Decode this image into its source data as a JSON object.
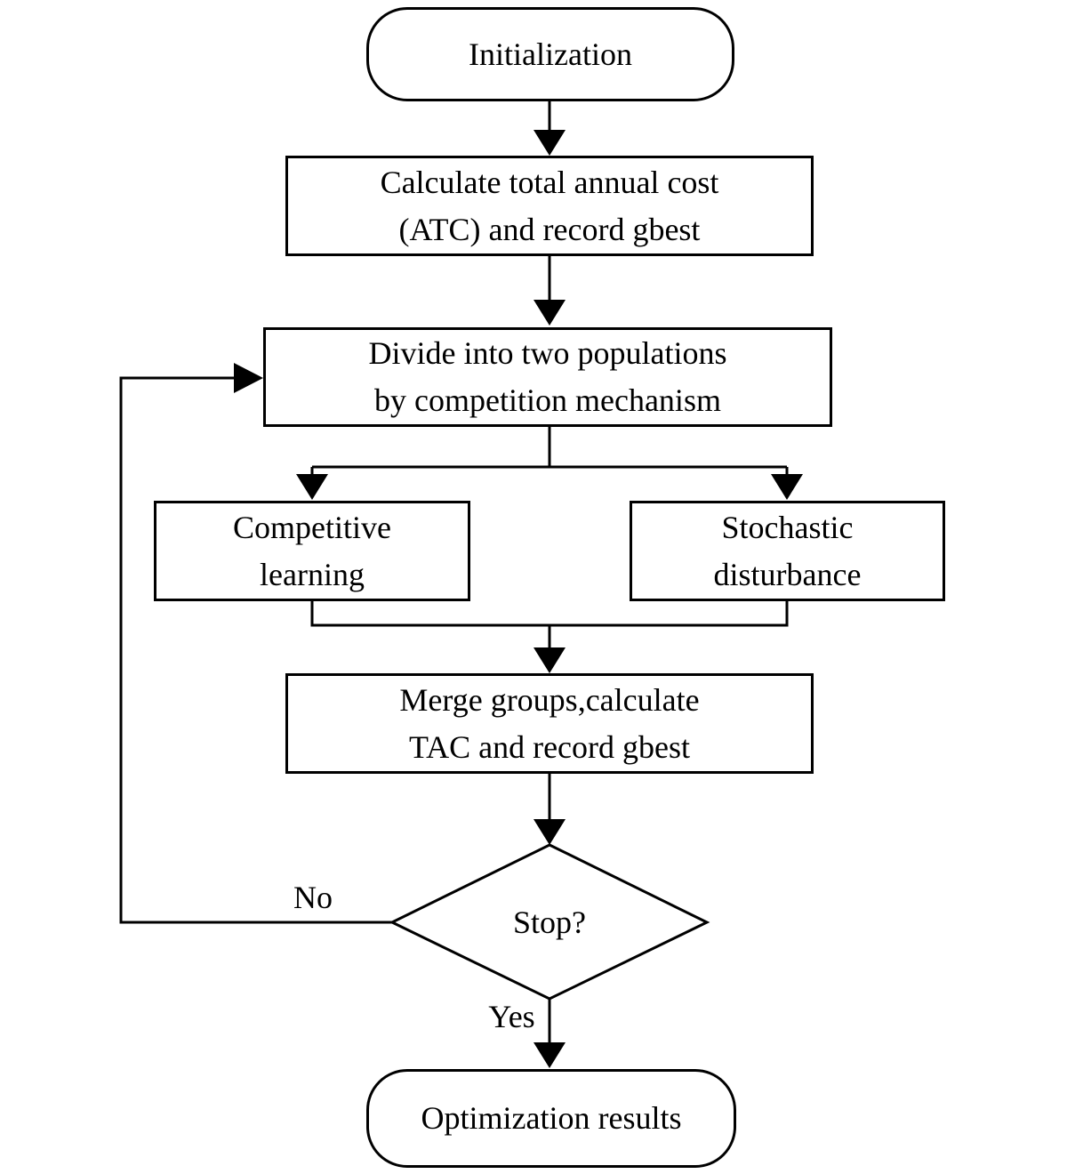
{
  "colors": {
    "stroke": "#000000",
    "background": "#ffffff",
    "text": "#000000"
  },
  "nodes": {
    "initialization": {
      "label": "Initialization"
    },
    "calculate": {
      "line1": "Calculate total annual cost",
      "line2": "(ATC) and record gbest"
    },
    "divide": {
      "line1": "Divide into two populations",
      "line2": "by competition mechanism"
    },
    "competitive_learning": {
      "line1": "Competitive",
      "line2": "learning"
    },
    "stochastic_disturbance": {
      "line1": "Stochastic",
      "line2": "disturbance"
    },
    "merge": {
      "line1": "Merge groups,calculate",
      "line2": "TAC and record gbest"
    },
    "stop": {
      "label": "Stop?"
    },
    "results": {
      "label": "Optimization results"
    }
  },
  "edge_labels": {
    "no": "No",
    "yes": "Yes"
  },
  "edges": [
    {
      "from": "initialization",
      "to": "calculate",
      "label": ""
    },
    {
      "from": "calculate",
      "to": "divide",
      "label": ""
    },
    {
      "from": "divide",
      "to": "competitive_learning",
      "label": ""
    },
    {
      "from": "divide",
      "to": "stochastic_disturbance",
      "label": ""
    },
    {
      "from": "competitive_learning",
      "to": "merge",
      "label": ""
    },
    {
      "from": "stochastic_disturbance",
      "to": "merge",
      "label": ""
    },
    {
      "from": "merge",
      "to": "stop",
      "label": ""
    },
    {
      "from": "stop",
      "to": "divide",
      "label": "No"
    },
    {
      "from": "stop",
      "to": "results",
      "label": "Yes"
    }
  ]
}
